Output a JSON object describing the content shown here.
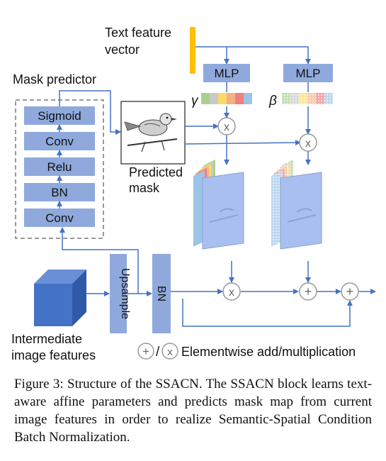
{
  "diagram": {
    "labels": {
      "text_feature": "Text feature vector",
      "mask_predictor": "Mask predictor",
      "predicted_mask": "Predicted mask",
      "intermediate": "Intermediate image features",
      "legend": "Elementwise add/multiplication",
      "legend_sep": "/",
      "gamma": "γ",
      "beta": "β"
    },
    "blocks": {
      "mlp_left": "MLP",
      "mlp_right": "MLP",
      "sigmoid": "Sigmoid",
      "conv_top": "Conv",
      "relu": "Relu",
      "bn_small": "BN",
      "conv_bottom": "Conv",
      "upsample": "Upsample",
      "bn_tall": "BN"
    },
    "ops": {
      "mult": "x",
      "add": "+"
    },
    "colors": {
      "box_fill": "#8fa9dc",
      "arrow": "#4472c4",
      "text_bar": "#ffc000",
      "dashed_border": "#999999",
      "cube_front": "#4472c4",
      "cube_top": "#6b8fd6",
      "cube_side": "#2e5aa8"
    },
    "gamma_colors": [
      "#a9d18e",
      "#c9c9c9",
      "#ffd966",
      "#f4b183",
      "#f08080",
      "#9dc3e6"
    ],
    "beta_colors": [
      "#c5e0b4",
      "#d9d9d9",
      "#ffe699",
      "#f8cbad",
      "#f4a6a6",
      "#bdd7ee"
    ]
  },
  "caption": "Figure 3: Structure of the SSACN. The SSACN block learns text-aware affine parameters and predicts mask map from current image features in order to realize Semantic-Spatial Condition Batch Normalization."
}
